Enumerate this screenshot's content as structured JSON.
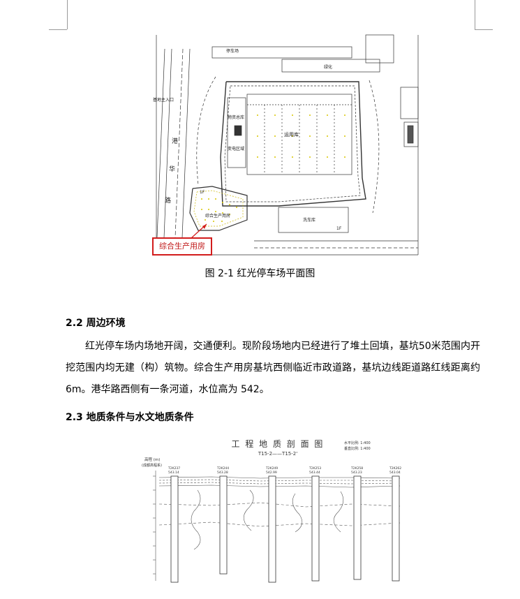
{
  "figure1": {
    "labels": {
      "parking": "停车场",
      "green": "绿化",
      "entrance": "基地主入口",
      "road_a": "港",
      "road_b": "华",
      "road_c": "路",
      "depot": "运用库",
      "wash": "洗车库",
      "office": "综合生产用房",
      "maint": "物资总库",
      "area": "变电区域",
      "floor1": "1F",
      "floor2": "1F"
    },
    "callout": "综合生产用房",
    "caption": "图 2-1  红光停车场平面图"
  },
  "section_2_2": {
    "heading": "2.2 周边环境",
    "body": "红光停车场内场地开阔，交通便利。现阶段场地内已经进行了堆土回填，基坑50米范围内开挖范围内均无建（构）筑物。综合生产用房基坑西侧临近市政道路，基坑边线距道路红线距离约 6m。港华路西侧有一条河道，水位高为 542。"
  },
  "section_2_3": {
    "heading": "2.3 地质条件与水文地质条件"
  },
  "figure2": {
    "title": "工 程 地 质 剖 面 图",
    "subtitle": "T15-2——T15-2'",
    "scale_h": "水平比例: 1:400",
    "scale_v": "垂直比例: 1:400",
    "axis_label": "高程 (m)",
    "axis_sub": "(成都高程系)",
    "boreholes": [
      {
        "id": "T2K237",
        "elev": "543.14"
      },
      {
        "id": "T2K244",
        "elev": "543.28"
      },
      {
        "id": "T2K249",
        "elev": "542.99"
      },
      {
        "id": "T2K253",
        "elev": "543.44"
      },
      {
        "id": "T2K258",
        "elev": "543.23"
      },
      {
        "id": "T2K262",
        "elev": "543.04"
      }
    ]
  }
}
